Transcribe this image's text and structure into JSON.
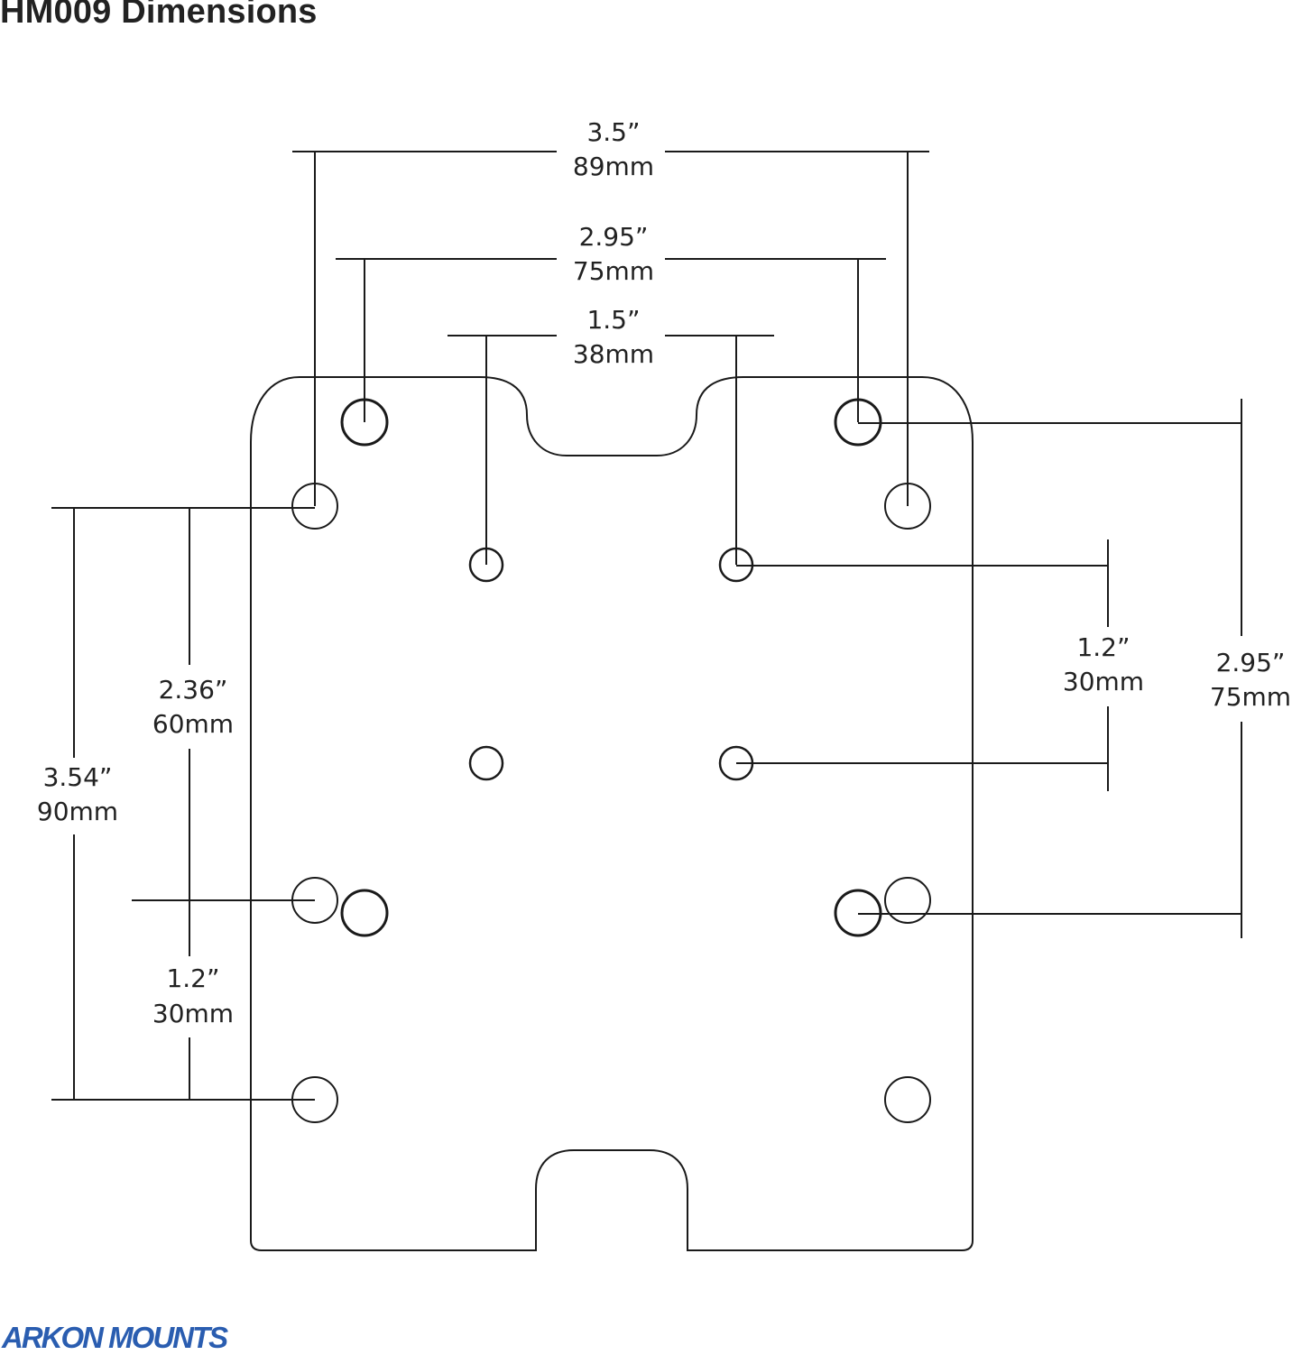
{
  "title": "HM009 Dimensions",
  "brand": "ARKON MOUNTS",
  "colors": {
    "line": "#1a1a1a",
    "text": "#222222",
    "brand": "#2a5db0"
  },
  "dimensions": {
    "top_outer": {
      "imperial": "3.5”",
      "metric": "89mm"
    },
    "top_middle": {
      "imperial": "2.95”",
      "metric": "75mm"
    },
    "top_inner": {
      "imperial": "1.5”",
      "metric": "38mm"
    },
    "left_outer": {
      "imperial": "3.54”",
      "metric": "90mm"
    },
    "left_upper": {
      "imperial": "2.36”",
      "metric": "60mm"
    },
    "left_lower": {
      "imperial": "1.2”",
      "metric": "30mm"
    },
    "right_inner": {
      "imperial": "1.2”",
      "metric": "30mm"
    },
    "right_outer": {
      "imperial": "2.95”",
      "metric": "75mm"
    }
  }
}
